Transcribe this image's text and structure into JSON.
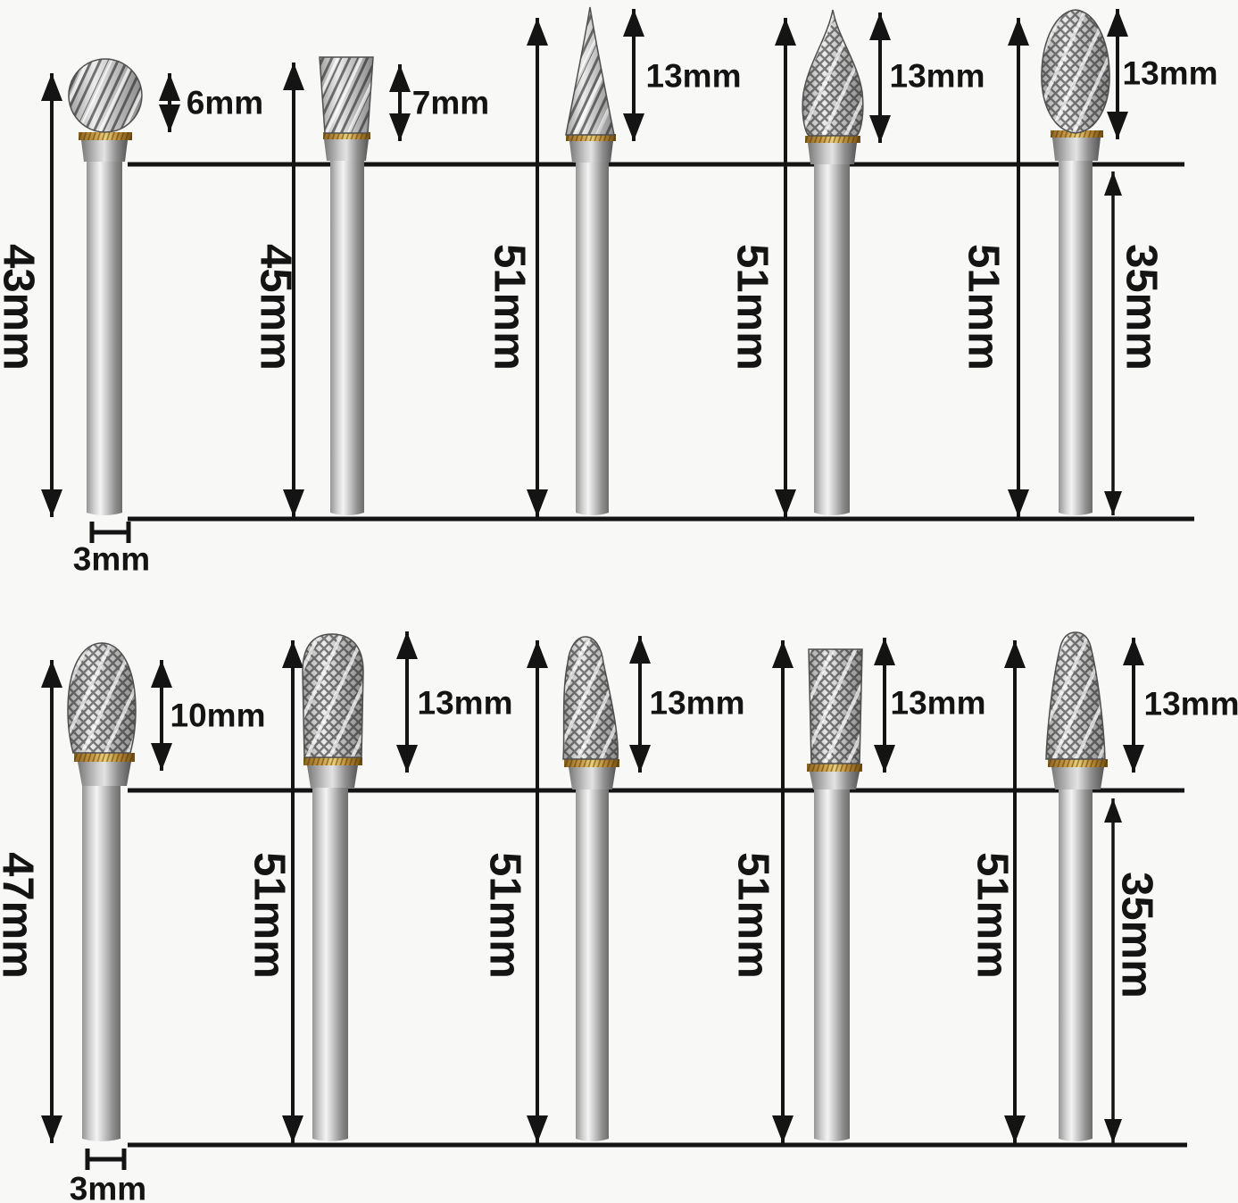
{
  "diagram": {
    "description": "Dimension diagram of 10 double-cut tungsten carbide rotary burr bits, two rows of five",
    "rows": [
      {
        "shank_diameter": "3mm",
        "bits": [
          {
            "shape": "ball",
            "head_length": "6mm",
            "overall_length": "43mm"
          },
          {
            "shape": "inverted-cone-cylinder",
            "head_length": "7mm",
            "overall_length": "45mm"
          },
          {
            "shape": "pointed-cone",
            "head_length": "13mm",
            "overall_length": "51mm"
          },
          {
            "shape": "pointed-tree",
            "head_length": "13mm",
            "overall_length": "51mm"
          },
          {
            "shape": "oval-egg",
            "head_length": "13mm",
            "overall_length": "51mm",
            "shank_length": "35mm"
          }
        ]
      },
      {
        "shank_diameter": "3mm",
        "bits": [
          {
            "shape": "round-tree",
            "head_length": "10mm",
            "overall_length": "47mm"
          },
          {
            "shape": "round-end-cylinder",
            "head_length": "13mm",
            "overall_length": "51mm"
          },
          {
            "shape": "round-nose-cone",
            "head_length": "13mm",
            "overall_length": "51mm"
          },
          {
            "shape": "flat-end-cylinder",
            "head_length": "13mm",
            "overall_length": "51mm"
          },
          {
            "shape": "round-nose-taper",
            "head_length": "13mm",
            "overall_length": "51mm",
            "shank_length": "35mm"
          }
        ]
      }
    ],
    "colors": {
      "line": "#141414",
      "background": "#f8f8f7",
      "gold_band": "#c79a44",
      "metal": "#c9c9c9"
    }
  }
}
